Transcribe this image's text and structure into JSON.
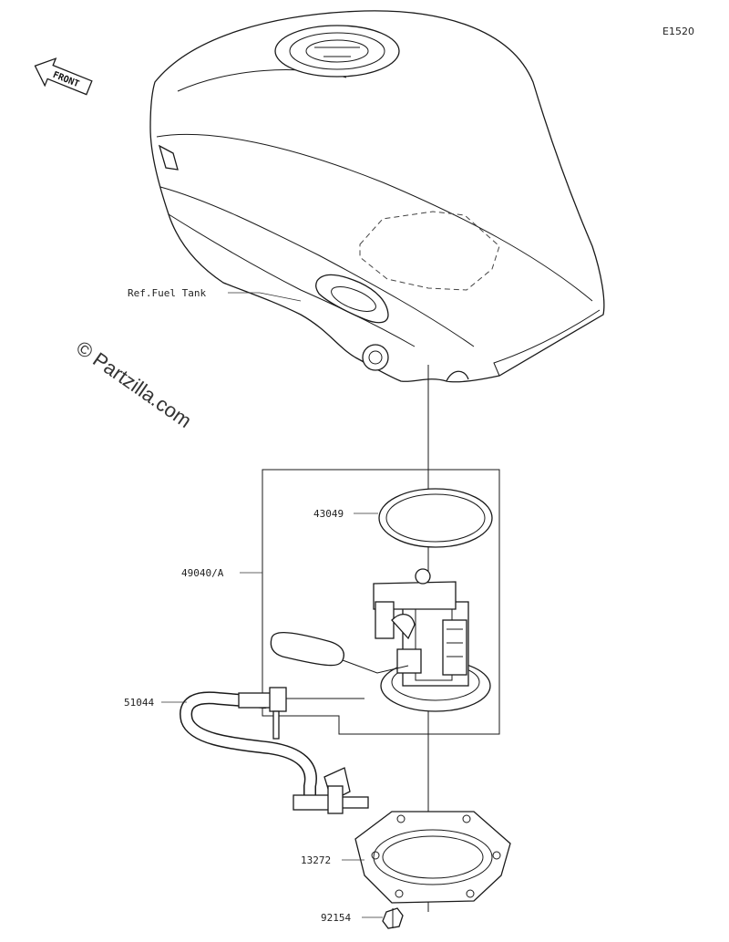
{
  "diagram_code": "E1520",
  "watermark": "© Partzilla.com",
  "front_label": "FRONT",
  "labels": {
    "ref_fuel_tank": "Ref.Fuel Tank",
    "p43049": "43049",
    "p49040": "49040/A",
    "p51044": "51044",
    "p13272": "13272",
    "p92154": "92154"
  }
}
